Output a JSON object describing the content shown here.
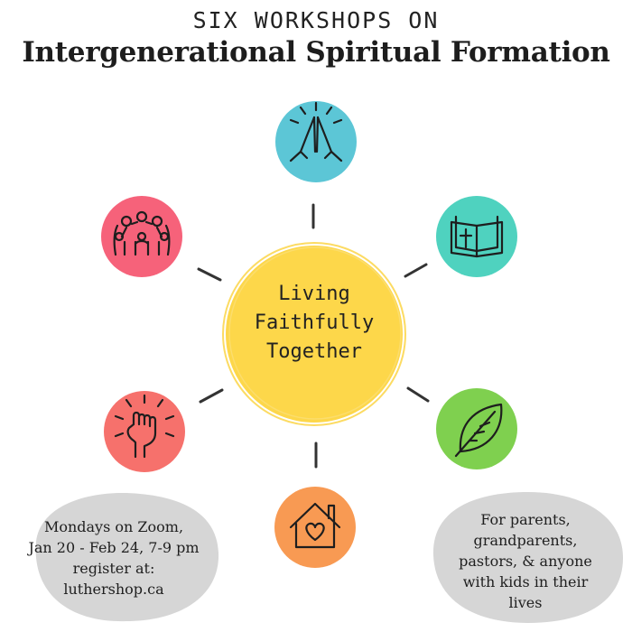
{
  "header": {
    "subtitle": "SIX WORKSHOPS ON",
    "title": "Intergenerational Spiritual Formation"
  },
  "center": {
    "lines": [
      "Living",
      "Faithfully",
      "Together"
    ],
    "color": "#fdd74a"
  },
  "nodes": [
    {
      "icon": "praying-hands-icon",
      "color": "#5cc6d6"
    },
    {
      "icon": "bible-icon",
      "color": "#4fd2bf"
    },
    {
      "icon": "leaf-icon",
      "color": "#7fd04f"
    },
    {
      "icon": "house-heart-icon",
      "color": "#f89a53"
    },
    {
      "icon": "raised-fist-icon",
      "color": "#f6716c"
    },
    {
      "icon": "family-circle-icon",
      "color": "#f6627a"
    }
  ],
  "info_left": {
    "lines": [
      "Mondays on Zoom,",
      "Jan 20 - Feb 24, 7-9 pm",
      "register at:",
      "luthershop.ca"
    ],
    "color": "#d6d6d6"
  },
  "info_right": {
    "lines": [
      "For parents,",
      "grandparents,",
      "pastors, & anyone",
      "with kids in their",
      "lives"
    ],
    "color": "#d6d6d6"
  }
}
